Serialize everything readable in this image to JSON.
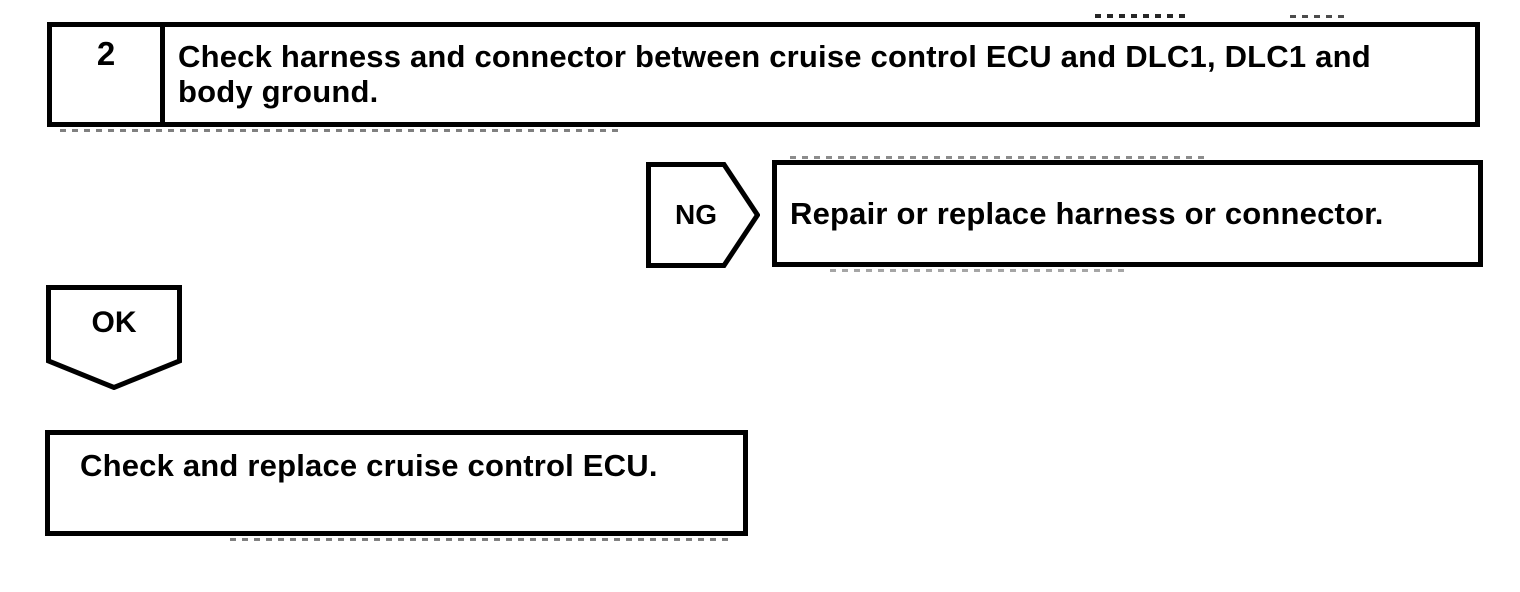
{
  "flowchart": {
    "step_box": {
      "number": "2",
      "instruction": "Check harness and connector between cruise control ECU and DLC1, DLC1 and body ground."
    },
    "ng_branch": {
      "connector_label": "NG",
      "action": "Repair or replace harness or connector."
    },
    "ok_branch": {
      "connector_label": "OK",
      "action": "Check and replace cruise control ECU."
    }
  },
  "colors": {
    "ink": "#000000",
    "paper": "#ffffff"
  }
}
